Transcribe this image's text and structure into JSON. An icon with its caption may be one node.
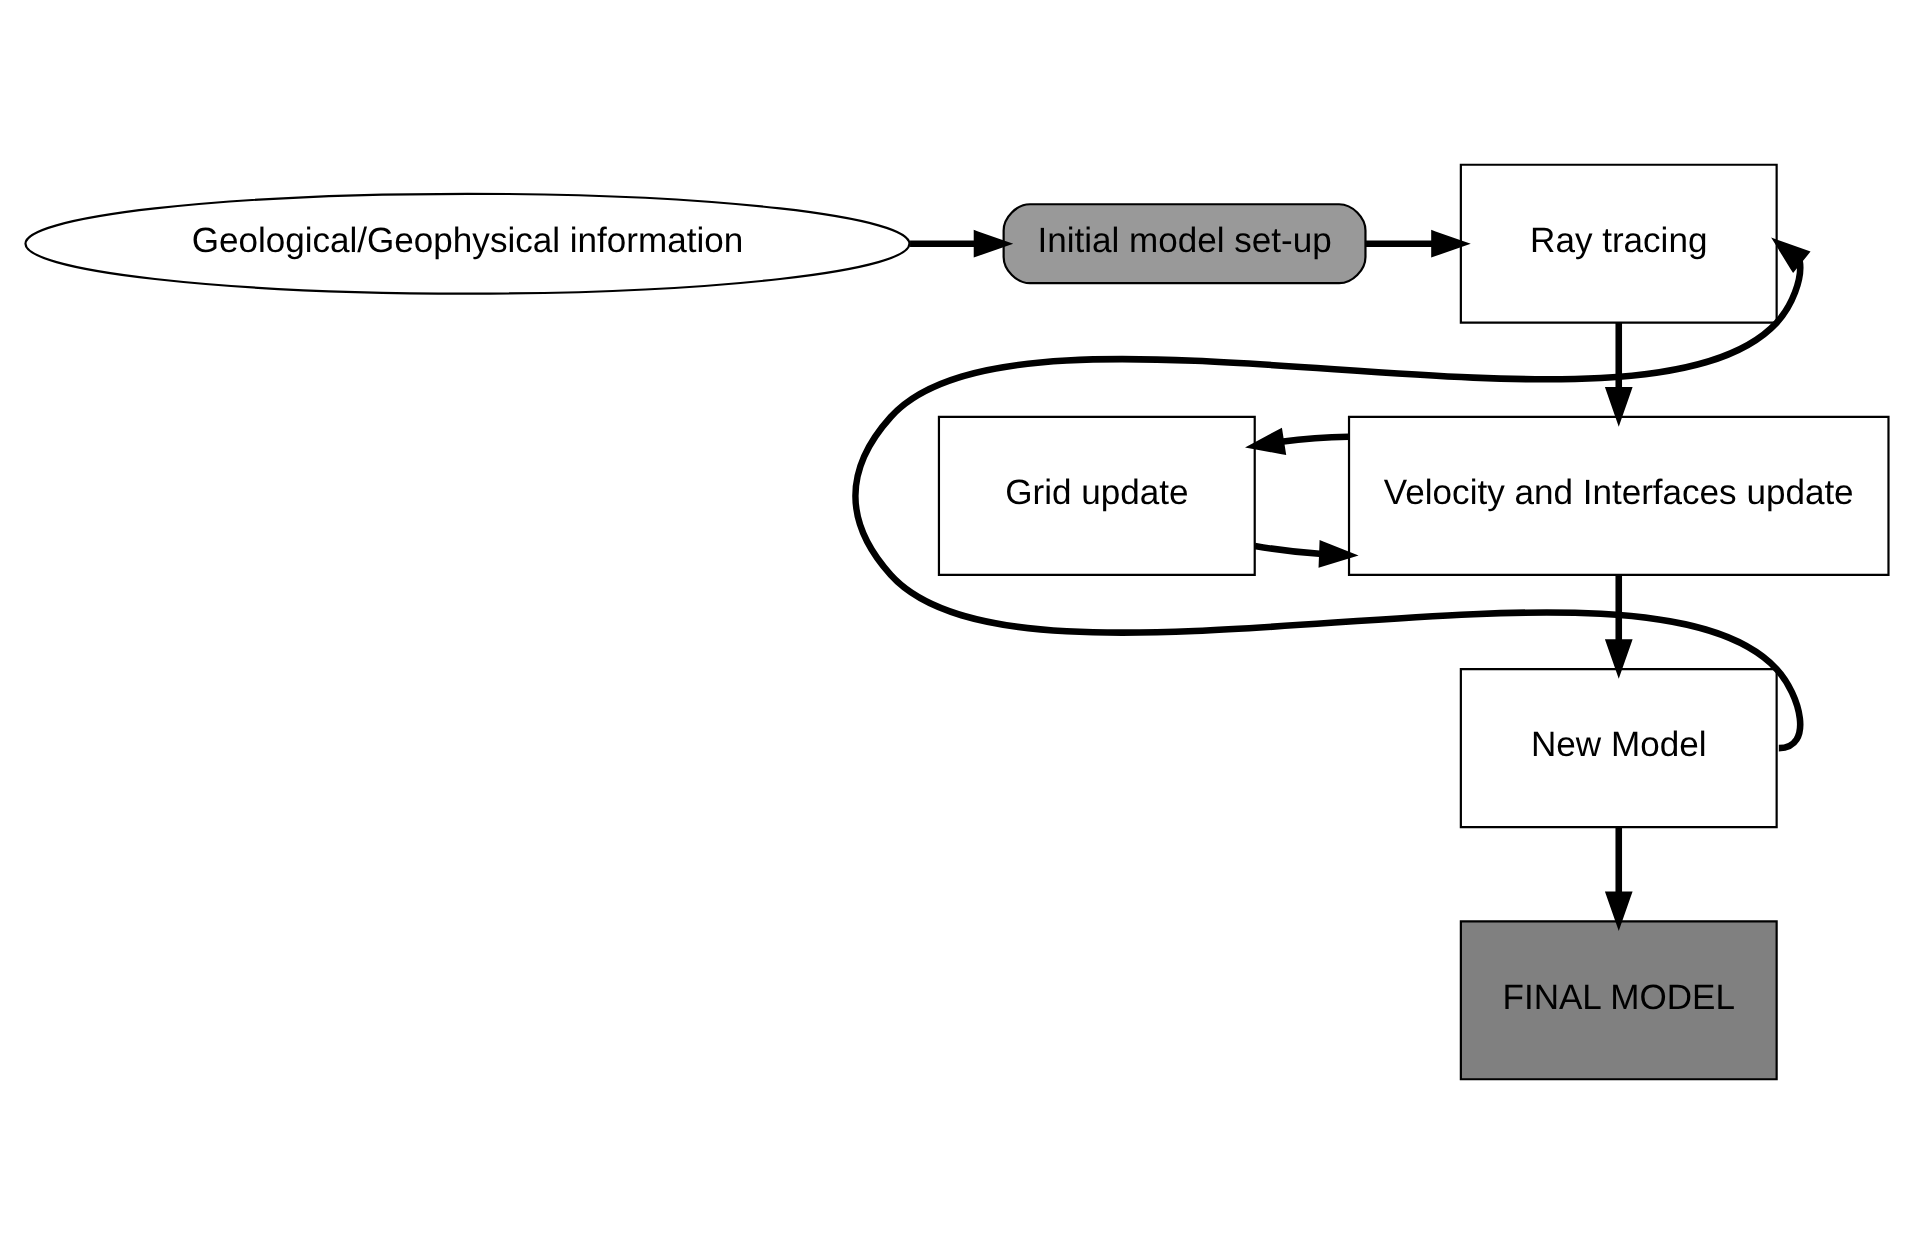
{
  "diagram": {
    "nodes": [
      {
        "text": [
          "Geological/Geophysical information"
        ]
      },
      {
        "text": [
          "Initial model set-up"
        ]
      },
      {
        "text": [
          "Ray tracing"
        ]
      },
      {
        "text": [
          "Grid update"
        ]
      },
      {
        "text": [
          "Velocity and Interfaces update"
        ]
      },
      {
        "text": [
          "New Model"
        ]
      },
      {
        "text": [
          "FINAL MODEL"
        ]
      }
    ],
    "edges": [
      {
        "from": 0,
        "to": 1,
        "arrow": "to"
      },
      {
        "from": 1,
        "to": 2,
        "arrow": "to"
      },
      {
        "from": 2,
        "to": 4,
        "arrow": "to"
      },
      {
        "from": 3,
        "to": 4,
        "arrow": "to"
      },
      {
        "from": 4,
        "to": 3,
        "arrow": "to"
      },
      {
        "from": 4,
        "to": 5,
        "arrow": "to"
      },
      {
        "from": 5,
        "to": 2,
        "arrow": "to"
      },
      {
        "from": 5,
        "to": 6,
        "arrow": "to"
      }
    ]
  }
}
